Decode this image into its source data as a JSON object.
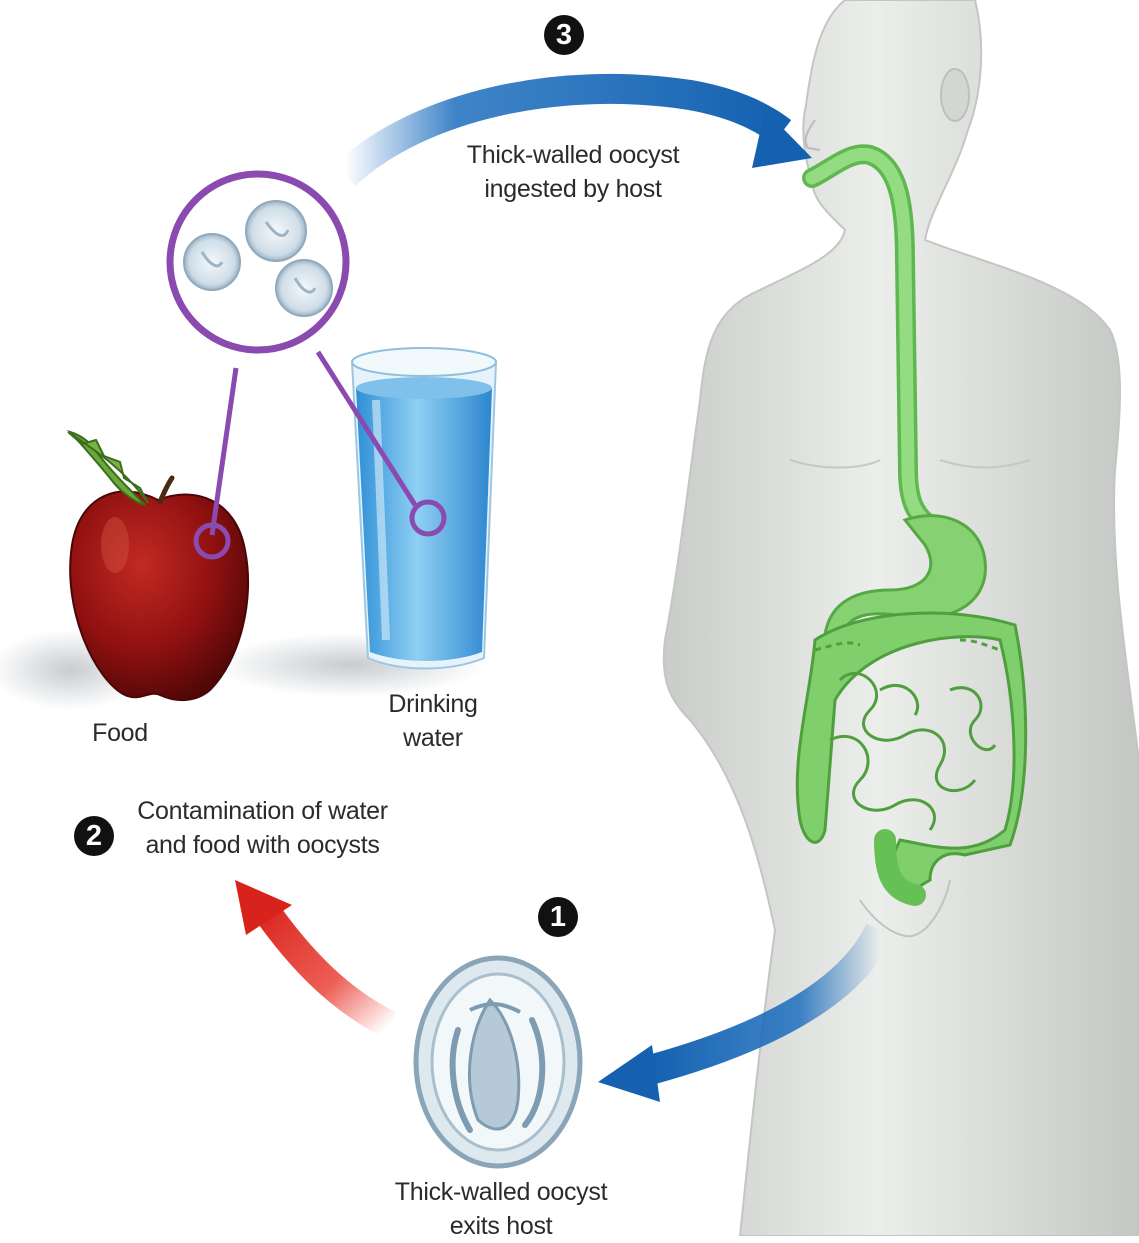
{
  "steps": {
    "one": "1",
    "two": "2",
    "three": "3"
  },
  "labels": {
    "ingested_line1": "Thick-walled oocyst",
    "ingested_line2": "ingested by host",
    "food": "Food",
    "drinking_line1": "Drinking",
    "drinking_line2": "water",
    "contamination_line1": "Contamination of water",
    "contamination_line2": "and food with oocysts",
    "exits_line1": "Thick-walled oocyst",
    "exits_line2": "exits host"
  },
  "colors": {
    "arrow_blue": "#1e6fbf",
    "arrow_red": "#e8362c",
    "magnifier_purple": "#8a4ab0",
    "digestive_green": "#7ccd6a",
    "body_gray": "#dcdedb",
    "apple_red": "#9c1414",
    "water_blue": "#4aa6e0"
  }
}
